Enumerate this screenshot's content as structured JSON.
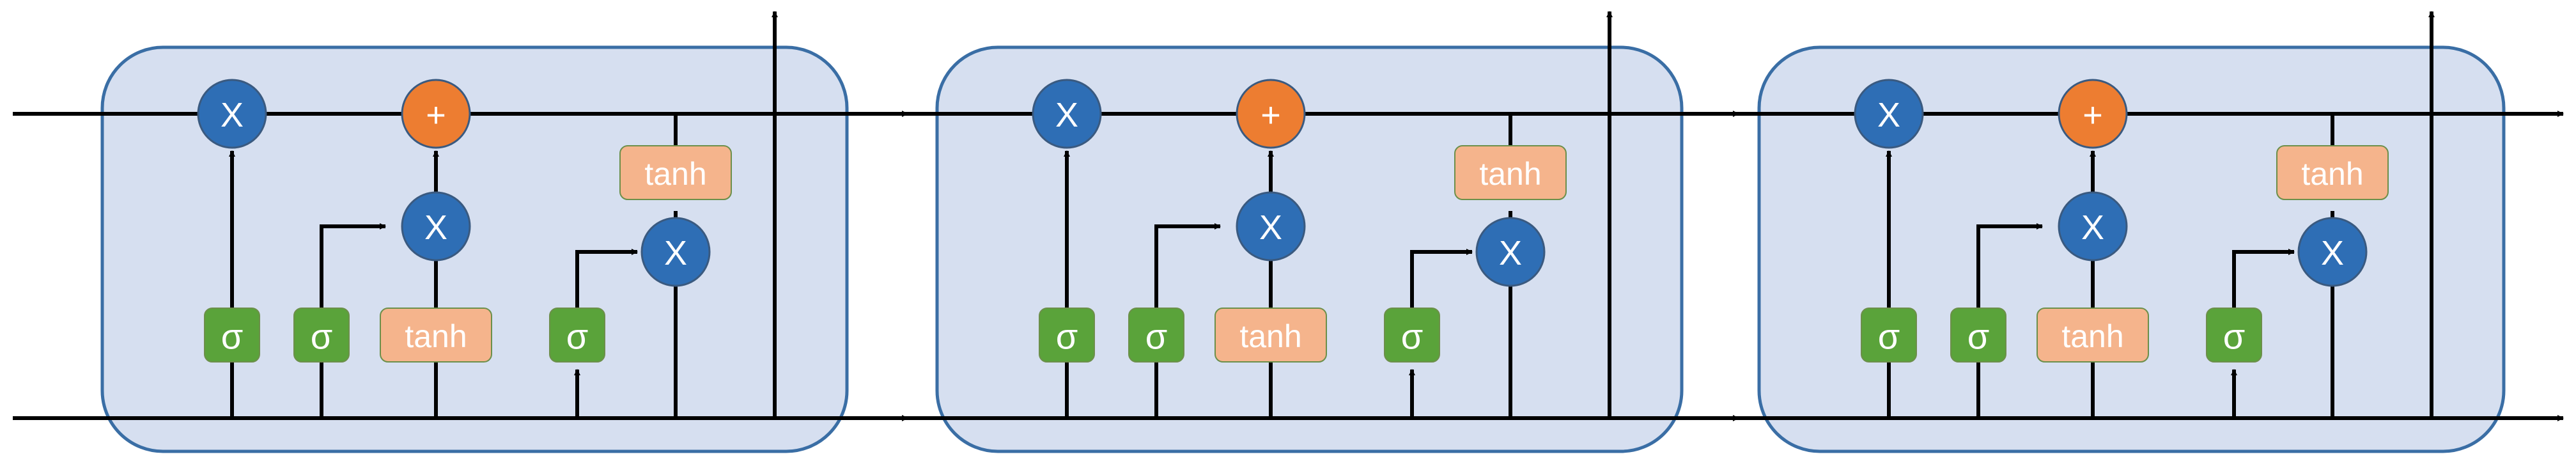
{
  "colors": {
    "cell_fill": "#d6dff0",
    "cell_stroke": "#3a6ea5",
    "line": "#000000",
    "multiply_fill": "#2e6eb5",
    "add_fill": "#ed7d31",
    "sigmoid_fill": "#5aa33a",
    "tanh_fill": "#f5b48c",
    "label_text": "#ffffff"
  },
  "cells": [
    {
      "forget_multiply": {
        "symbol": "X",
        "icon": "multiply-icon"
      },
      "add": {
        "symbol": "+",
        "icon": "plus-icon"
      },
      "input_multiply": {
        "symbol": "X",
        "icon": "multiply-icon"
      },
      "output_multiply": {
        "symbol": "X",
        "icon": "multiply-icon"
      },
      "forget_gate": "σ",
      "input_gate": "σ",
      "candidate": "tanh",
      "output_gate": "σ",
      "cell_tanh": "tanh"
    },
    {
      "forget_multiply": {
        "symbol": "X",
        "icon": "multiply-icon"
      },
      "add": {
        "symbol": "+",
        "icon": "plus-icon"
      },
      "input_multiply": {
        "symbol": "X",
        "icon": "multiply-icon"
      },
      "output_multiply": {
        "symbol": "X",
        "icon": "multiply-icon"
      },
      "forget_gate": "σ",
      "input_gate": "σ",
      "candidate": "tanh",
      "output_gate": "σ",
      "cell_tanh": "tanh"
    },
    {
      "forget_multiply": {
        "symbol": "X",
        "icon": "multiply-icon"
      },
      "add": {
        "symbol": "+",
        "icon": "plus-icon"
      },
      "input_multiply": {
        "symbol": "X",
        "icon": "multiply-icon"
      },
      "output_multiply": {
        "symbol": "X",
        "icon": "multiply-icon"
      },
      "forget_gate": "σ",
      "input_gate": "σ",
      "candidate": "tanh",
      "output_gate": "σ",
      "cell_tanh": "tanh"
    }
  ]
}
